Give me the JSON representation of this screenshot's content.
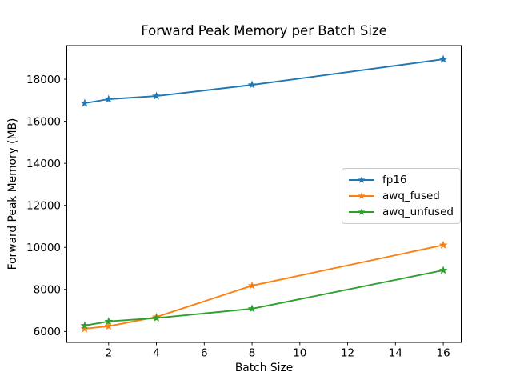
{
  "chart_data": {
    "type": "line",
    "title": "Forward Peak Memory per Batch Size",
    "xlabel": "Batch Size",
    "ylabel": "Forward Peak Memory (MB)",
    "x": [
      1,
      2,
      4,
      8,
      16
    ],
    "series": [
      {
        "name": "fp16",
        "color": "#1f77b4",
        "values": [
          16860,
          17050,
          17200,
          17730,
          18950
        ]
      },
      {
        "name": "awq_fused",
        "color": "#ff7f0e",
        "values": [
          6130,
          6250,
          6690,
          8180,
          10110
        ]
      },
      {
        "name": "awq_unfused",
        "color": "#2ca02c",
        "values": [
          6280,
          6480,
          6640,
          7080,
          8910
        ]
      }
    ],
    "xticks": [
      2,
      4,
      6,
      8,
      10,
      12,
      14,
      16
    ],
    "yticks": [
      6000,
      8000,
      10000,
      12000,
      14000,
      16000,
      18000
    ],
    "xlim": [
      0.25,
      16.75
    ],
    "ylim": [
      5480,
      19600
    ],
    "grid": false,
    "marker": "star",
    "legend_position": "center right",
    "background_color": "#ffffff",
    "axis_color": "#000000"
  }
}
